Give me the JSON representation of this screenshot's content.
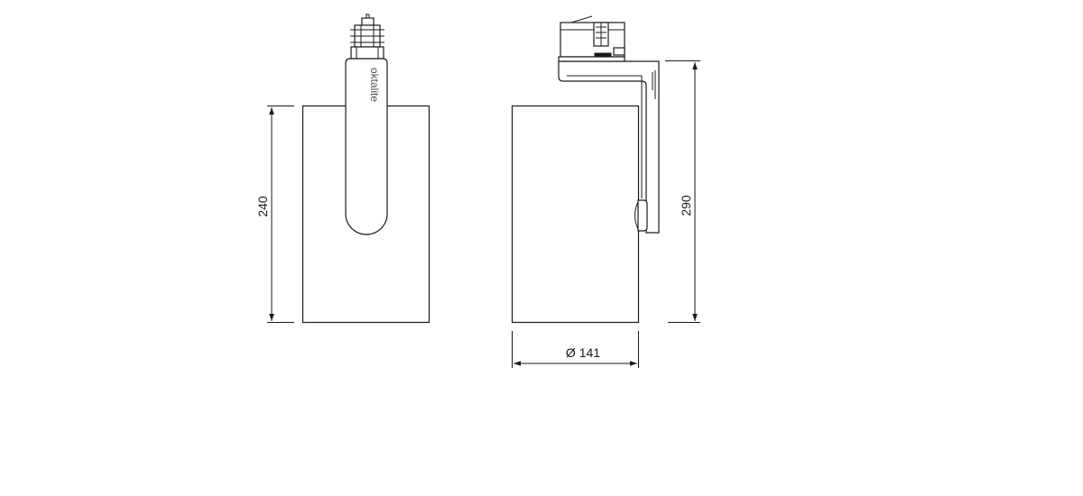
{
  "brand": "oktalite",
  "dimensions": {
    "height_body": "240",
    "height_total": "290",
    "diameter": "Ø 141"
  }
}
